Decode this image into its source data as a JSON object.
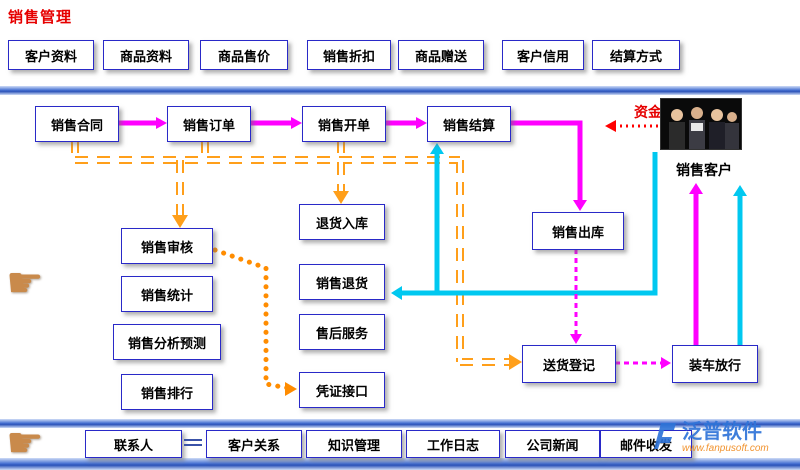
{
  "page": {
    "title": "销售管理"
  },
  "top_menu": {
    "items": [
      "客户资料",
      "商品资料",
      "商品售价",
      "销售折扣",
      "商品赠送",
      "客户信用",
      "结算方式"
    ]
  },
  "diagram": {
    "nodes": {
      "sales_contract": "销售合同",
      "sales_order": "销售订单",
      "sales_billing": "销售开单",
      "sales_settlement": "销售结算",
      "return_warehouse": "退货入库",
      "sales_outbound": "销售出库",
      "sales_audit": "销售审核",
      "sales_stats": "销售统计",
      "sales_forecast": "销售分析预测",
      "sales_return": "销售退货",
      "after_service": "售后服务",
      "sales_ranking": "销售排行",
      "voucher_interface": "凭证接口",
      "delivery_register": "送货登记",
      "loading_release": "装车放行"
    },
    "labels": {
      "funds": "资金",
      "sales_customer": "销售客户"
    },
    "arrow_colors": {
      "magenta": "#ff00ff",
      "cyan": "#00c8f0",
      "orange": "#ff9f1a",
      "red_dotted": "#ff0000"
    }
  },
  "bottom_menu": {
    "items": [
      "联系人",
      "客户关系",
      "知识管理",
      "工作日志",
      "公司新闻",
      "邮件收发"
    ]
  },
  "watermark": {
    "brand": "泛普软件",
    "site": "www.fanpusoft.com"
  }
}
